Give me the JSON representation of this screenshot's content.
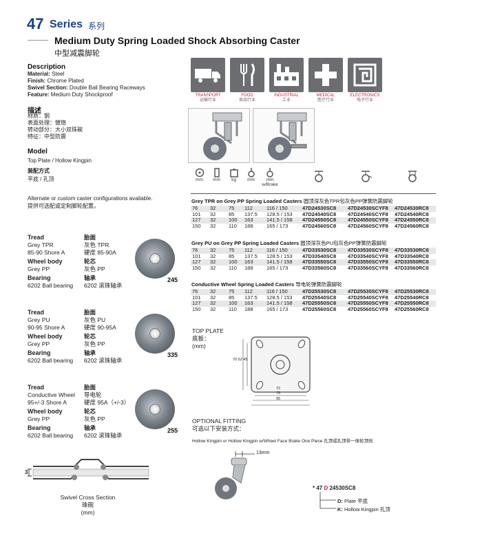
{
  "header": {
    "number": "47",
    "series": "Series",
    "series_cn": "系列",
    "title": "Medium Duty Spring Loaded Shock Absorbing Caster",
    "subtitle": "中型减震脚轮"
  },
  "description": {
    "heading": "Description",
    "lines": [
      {
        "label": "Material:",
        "value": " Steel"
      },
      {
        "label": "Finish:",
        "value": " Chrome Plated"
      },
      {
        "label": "Swivel Section:",
        "value": " Double Ball Bearing Raceways"
      },
      {
        "label": "Feature:",
        "value": " Medium Duty Shockproof"
      }
    ],
    "cn_heading": "描述",
    "cn_lines": [
      "材质：钢",
      "表面处理：镀铬",
      "转动部分：大小双珠碗",
      "特征：中型防震"
    ]
  },
  "model": {
    "heading": "Model",
    "value": "Top Plate / Hollow Kingpin",
    "cn_heading": "装配方式",
    "cn_value": "平底 / 孔顶"
  },
  "note": {
    "en": "Alternate or custom caster configurations available.",
    "cn": "提供可选配或定制脚轮配置。"
  },
  "wheels": [
    {
      "tread_h": "Tread",
      "tread_h_cn": "胎面",
      "tread": "Grey TPR",
      "tread_cn": "灰色 TPR",
      "hard": "85-90 Shore A",
      "hard_cn": "硬度 85-90A",
      "body_h": "Wheel body",
      "body_h_cn": "轮芯",
      "body": "Grey PP",
      "body_cn": "灰色 PP",
      "bear_h": "Bearing",
      "bear_h_cn": "轴承",
      "bear": "6202 Ball bearing",
      "bear_cn": "6202 滚珠轴承",
      "code": "245"
    },
    {
      "tread_h": "Tread",
      "tread_h_cn": "胎面",
      "tread": "Grey PU",
      "tread_cn": "灰色  PU",
      "hard": "90-95 Shore A",
      "hard_cn": "硬度 90-95A",
      "body_h": "Wheel body",
      "body_h_cn": "轮芯",
      "body": "Grey PP",
      "body_cn": "灰色 PP",
      "bear_h": "Bearing",
      "bear_h_cn": "轴承",
      "bear": "6202 Ball bearing",
      "bear_cn": "6202 滚珠轴承",
      "code": "335"
    },
    {
      "tread_h": "Tread",
      "tread_h_cn": "胎面",
      "tread": "Conductive Wheel",
      "tread_cn": "导电轮",
      "hard": "95+/-3 Shore A",
      "hard_cn": "硬度 95A（+/-3）",
      "body_h": "Wheel body",
      "body_h_cn": "轮芯",
      "body": "Grey PP",
      "body_cn": "灰色 PP",
      "bear_h": "Bearing",
      "bear_h_cn": "轴承",
      "bear": "6202 Ball bearing",
      "bear_cn": "6202 滚珠轴承",
      "code": "255"
    }
  ],
  "swivel": {
    "label": "Swivel Cross Section",
    "label_cn": "珠碗",
    "unit": "(mm)",
    "dim": "3"
  },
  "industries": [
    {
      "en": "TRANSPORT",
      "cn": "运输行业",
      "icon": "truck-icon"
    },
    {
      "en": "FOOD",
      "cn": "食品行业",
      "icon": "fork-knife-icon"
    },
    {
      "en": "INDUSTRIAL",
      "cn": "工业",
      "icon": "factory-icon"
    },
    {
      "en": "MEDICAL",
      "cn": "医疗行业",
      "icon": "medical-cross-icon"
    },
    {
      "en": "ELECTRONICS",
      "cn": "电子行业",
      "icon": "circuit-icon"
    }
  ],
  "units": [
    "mm",
    "mm",
    "kg",
    "mm",
    "mm\nw/Brake"
  ],
  "tables": [
    {
      "title": "Grey TPR on Grey PP Spring Loaded Casters",
      "title_cn": "圆顶深灰色TPR包灰色PP弹簧防震脚轮",
      "rows": [
        [
          "76",
          "32",
          "75",
          "112",
          "116 / 150",
          "47D24530SC8",
          "47D24530SCYF8",
          "47D24530RC8"
        ],
        [
          "101",
          "32",
          "85",
          "137.5",
          "128.5 / 153",
          "47D24540SC8",
          "47D24540SCYF8",
          "47D24540RC8"
        ],
        [
          "127",
          "32",
          "100",
          "163",
          "141.5 / 158",
          "47D24550SC8",
          "47D24550SCYF8",
          "47D24550RC8"
        ],
        [
          "150",
          "32",
          "110",
          "188",
          "165 / 173",
          "47D24560SC8",
          "47D24560SCYF8",
          "47D24560RC8"
        ]
      ]
    },
    {
      "title": "Grey PU on Grey PP Spring Loaded Casters",
      "title_cn": "圆顶深灰色PU包灰色PP弹簧防震脚轮",
      "rows": [
        [
          "76",
          "32",
          "75",
          "112",
          "116 / 150",
          "47D33530SC8",
          "47D33530SCYF8",
          "47D33530RC8"
        ],
        [
          "101",
          "32",
          "85",
          "137.5",
          "128.5 / 153",
          "47D33540SC8",
          "47D33540SCYF8",
          "47D33540RC8"
        ],
        [
          "127",
          "32",
          "100",
          "163",
          "141.5 / 158",
          "47D33550SC8",
          "47D33550SCYF8",
          "47D33550RC8"
        ],
        [
          "150",
          "32",
          "110",
          "188",
          "165 / 173",
          "47D33560SC8",
          "47D33560SCYF8",
          "47D33560RC8"
        ]
      ]
    },
    {
      "title": "Conductive Wheel Spring Loaded Casters",
      "title_cn": "导电轮弹簧防震脚轮",
      "rows": [
        [
          "76",
          "32",
          "75",
          "112",
          "116 / 150",
          "47D25530SC8",
          "47D25530SCYF8",
          "47D25530RC8"
        ],
        [
          "101",
          "32",
          "85",
          "137.5",
          "128.5 / 153",
          "47D25540SC8",
          "47D25540SCYF8",
          "47D25540RC8"
        ],
        [
          "127",
          "32",
          "100",
          "163",
          "141.5 / 158",
          "47D25550SC8",
          "47D25550SCYF8",
          "47D25550RC8"
        ],
        [
          "150",
          "32",
          "110",
          "188",
          "165 / 173",
          "47D25560SC8",
          "47D25560SCYF8",
          "47D25560RC8"
        ]
      ]
    }
  ],
  "top_plate": {
    "label": "TOP PLATE",
    "label_cn": "底板：",
    "unit": "(mm)",
    "dims_left": "70 52 45",
    "dims_bottom": [
      "72",
      "75",
      "95"
    ]
  },
  "optional": {
    "label": "OPTIONAL FITTING",
    "label_cn": "可选以下安装方式：",
    "desc": "Hollow Kingpin or Hollow Kingpin w/Wheel Face Brake One Piece 孔顶或孔顶带一体轮顶刹",
    "dim": "13mm",
    "code_prefix": "* 47 ",
    "code_d": "D",
    "code_rest": " 24530SC8",
    "d_label": "D:",
    "d_text": " Plate 平底",
    "k_label": "K:",
    "k_text": " Hollow Kingpin 孔顶"
  },
  "colors": {
    "accent": "#1a3f8c",
    "red": "#d4202a",
    "icon_bg": "#6b6d70"
  }
}
